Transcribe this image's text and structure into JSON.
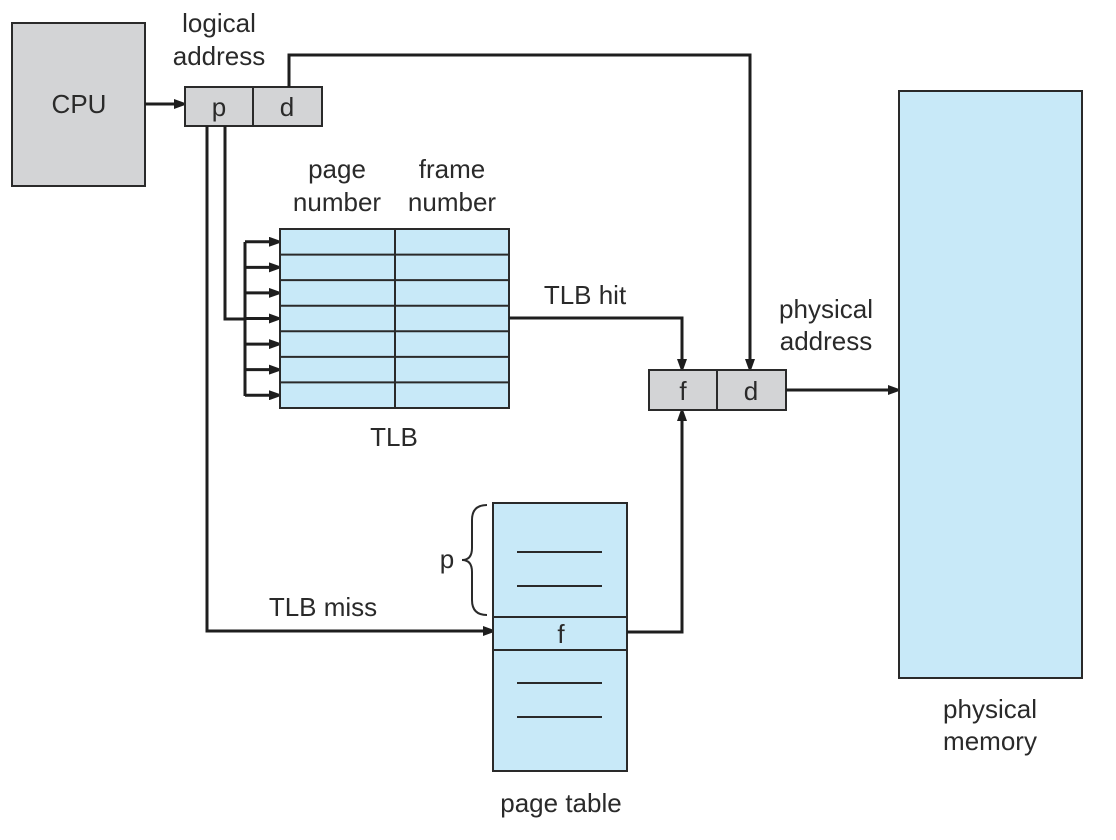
{
  "title": "Paging hardware with TLB",
  "colors": {
    "gray_fill": "#d3d4d6",
    "blue_fill": "#c8e9f8",
    "stroke": "#1e1e1e",
    "text": "#2a2a2a"
  },
  "cpu": {
    "label": "CPU"
  },
  "logical_address": {
    "label_line1": "logical",
    "label_line2": "address",
    "fields": [
      "p",
      "d"
    ]
  },
  "tlb": {
    "label": "TLB",
    "column_headers": [
      {
        "line1": "page",
        "line2": "number"
      },
      {
        "line1": "frame",
        "line2": "number"
      }
    ],
    "row_count": 7
  },
  "tlb_hit": {
    "label": "TLB hit"
  },
  "tlb_miss": {
    "label": "TLB miss"
  },
  "physical_address": {
    "label_line1": "physical",
    "label_line2": "address",
    "fields": [
      "f",
      "d"
    ]
  },
  "page_table": {
    "label": "page table",
    "index_label": "p",
    "entry_label": "f"
  },
  "physical_memory": {
    "label_line1": "physical",
    "label_line2": "memory"
  }
}
